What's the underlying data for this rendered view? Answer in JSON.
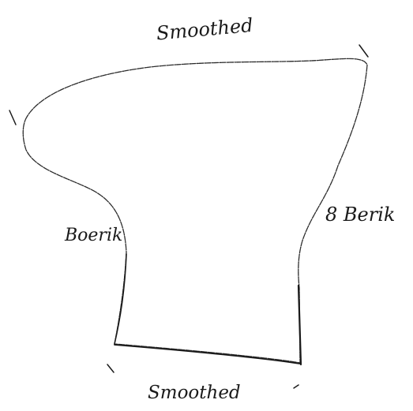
{
  "labels": {
    "top": "Smoothed",
    "bottom": "Smoothed",
    "left": "Boerik",
    "right": "8 Berik"
  },
  "colors": {
    "ink": "#1a1a1a",
    "background": "#ffffff"
  }
}
